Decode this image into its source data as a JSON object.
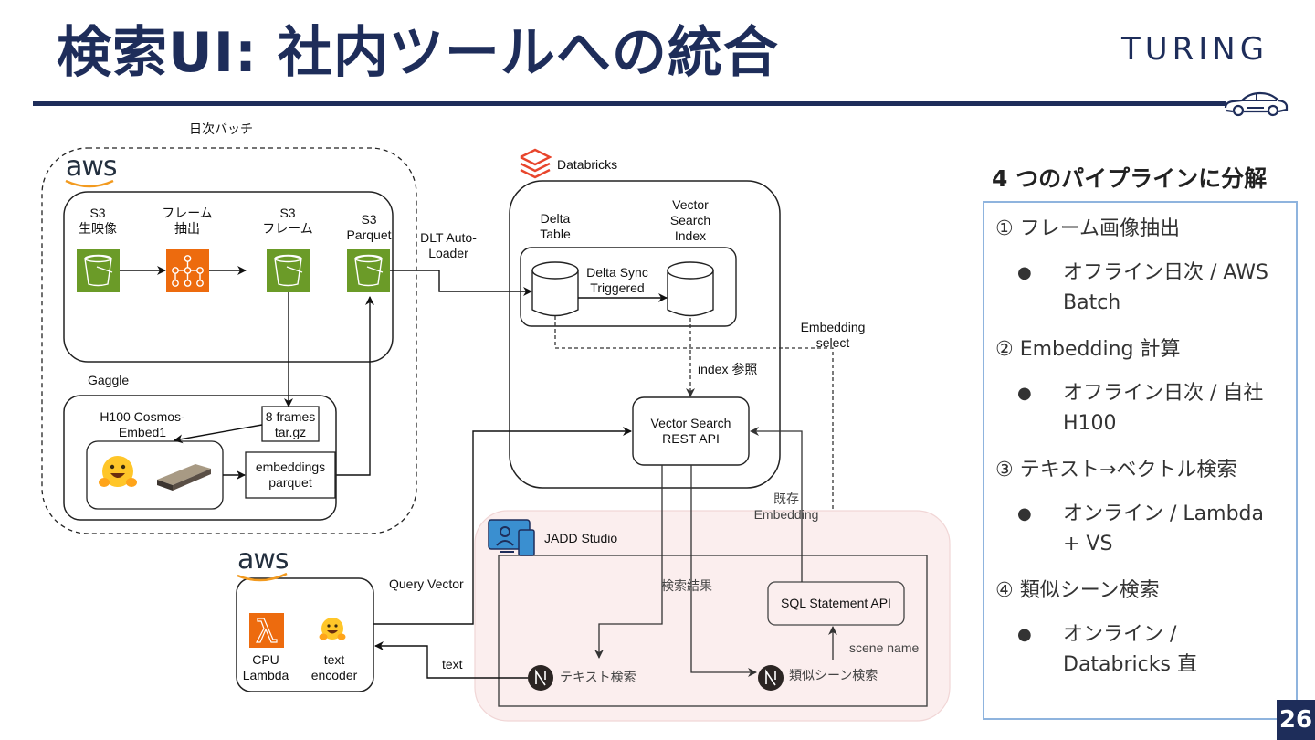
{
  "header": {
    "title": "検索UI: 社内ツールへの統合",
    "logo": "TURING",
    "page_number": "26"
  },
  "colors": {
    "navy": "#1e2d5a",
    "s3_green": "#6b9b28",
    "aws_orange": "#ed6b0e",
    "studio_bg": "#fbeeee",
    "panel_border": "#8fb4de",
    "databricks_red": "#e8452c"
  },
  "diagram": {
    "daily_batch_label": "日次バッチ",
    "aws_logo": "aws",
    "s3_raw": {
      "line1": "S3",
      "line2": "生映像",
      "icon": "s3-bucket-icon"
    },
    "frame_extract": {
      "line1": "フレーム",
      "line2": "抽出",
      "icon": "aws-batch-icon"
    },
    "s3_frames": {
      "line1": "S3",
      "line2": "フレーム",
      "icon": "s3-bucket-icon"
    },
    "s3_parquet": {
      "line1": "S3",
      "line2": "Parquet",
      "icon": "s3-bucket-icon"
    },
    "dlt_label": {
      "line1": "DLT Auto-",
      "line2": "Loader"
    },
    "gaggle_label": "Gaggle",
    "h100_label": {
      "line1": "H100 Cosmos-",
      "line2": "Embed1"
    },
    "frames_box": {
      "line1": "8 frames",
      "line2": "tar.gz"
    },
    "embeddings_box": {
      "line1": "embeddings",
      "line2": "parquet"
    },
    "databricks_label": "Databricks",
    "delta_table": {
      "line1": "Delta",
      "line2": "Table"
    },
    "vector_index": {
      "line1": "Vector",
      "line2": "Search",
      "line3": "Index"
    },
    "delta_sync": {
      "line1": "Delta Sync",
      "line2": "Triggered"
    },
    "embedding_select": {
      "line1": "Embedding",
      "line2": "select"
    },
    "index_ref": "index 参照",
    "vs_api": {
      "line1": "Vector Search",
      "line2": "REST API"
    },
    "existing_embedding": {
      "line1": "既存",
      "line2": "Embedding"
    },
    "jadd_label": "JADD Studio",
    "search_results": "検索結果",
    "sql_api": "SQL Statement API",
    "scene_name": "scene name",
    "text_search": "テキスト検索",
    "similar_search": "類似シーン検索",
    "query_vector": "Query Vector",
    "text_label": "text",
    "lambda": {
      "line1": "CPU",
      "line2": "Lambda",
      "icon": "lambda-icon"
    },
    "text_encoder": {
      "line1": "text",
      "line2": "encoder",
      "icon": "huggingface-icon"
    }
  },
  "panel": {
    "title": "4 つのパイプラインに分解",
    "items": [
      {
        "heading": "① フレーム画像抽出",
        "bullet": "オフライン日次 / AWS Batch"
      },
      {
        "heading": "② Embedding 計算",
        "bullet": "オフライン日次 / 自社 H100"
      },
      {
        "heading": "③ テキスト→ベクトル検索",
        "bullet": "オンライン / Lambda + VS"
      },
      {
        "heading": "④ 類似シーン検索",
        "bullet": "オンライン / Databricks 直"
      }
    ]
  }
}
